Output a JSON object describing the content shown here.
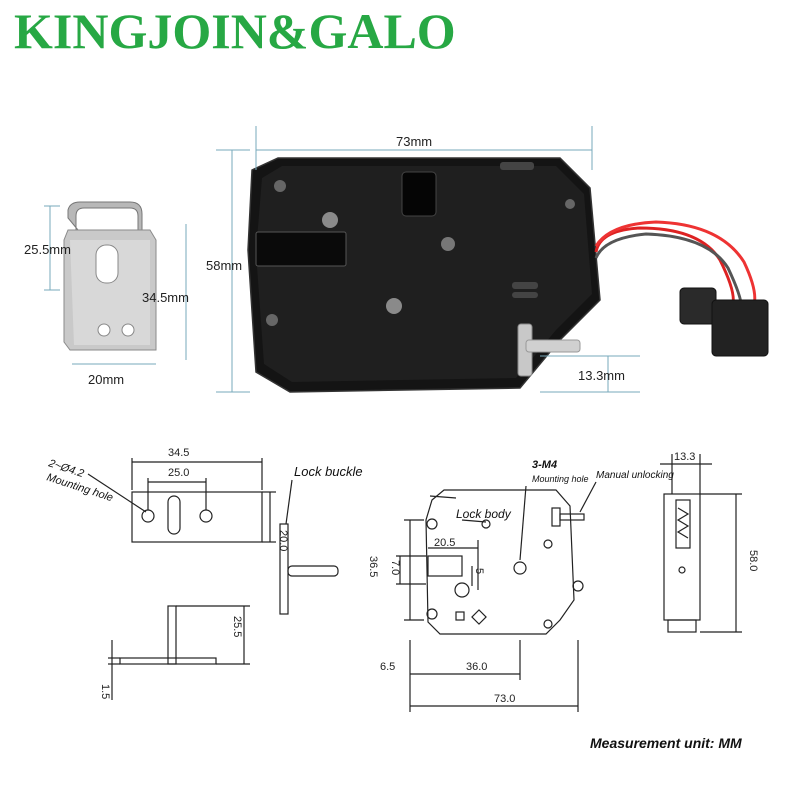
{
  "brand": {
    "name": "KINGJOIN&GALO",
    "color": "#27a844"
  },
  "photo": {
    "bracket_height": "25.5mm",
    "bracket_length": "34.5mm",
    "bracket_width": "20mm",
    "lock_width": "73mm",
    "lock_height": "58mm",
    "lock_depth": "13.3mm"
  },
  "drawing": {
    "bracket_top": {
      "overall": "34.5",
      "hole_spacing": "25.0",
      "height": "20.0",
      "holes": "2~Ø4.2",
      "holes_note": "Mounting hole"
    },
    "buckle_label": "Lock buckle",
    "bracket_side": {
      "height": "25.5",
      "thickness": "1.5"
    },
    "body": {
      "label": "Lock body",
      "mount": "3-M4",
      "mount_note": "Mounting hole",
      "manual": "Manual unlocking",
      "slot_width": "20.5",
      "height_left": "36.5",
      "slot_height": "7.0",
      "small": "5",
      "offset": "6.5",
      "span": "36.0",
      "width": "73.0"
    },
    "side": {
      "depth": "13.3",
      "height": "58.0"
    }
  },
  "footer": {
    "unit": "Measurement unit: MM"
  }
}
